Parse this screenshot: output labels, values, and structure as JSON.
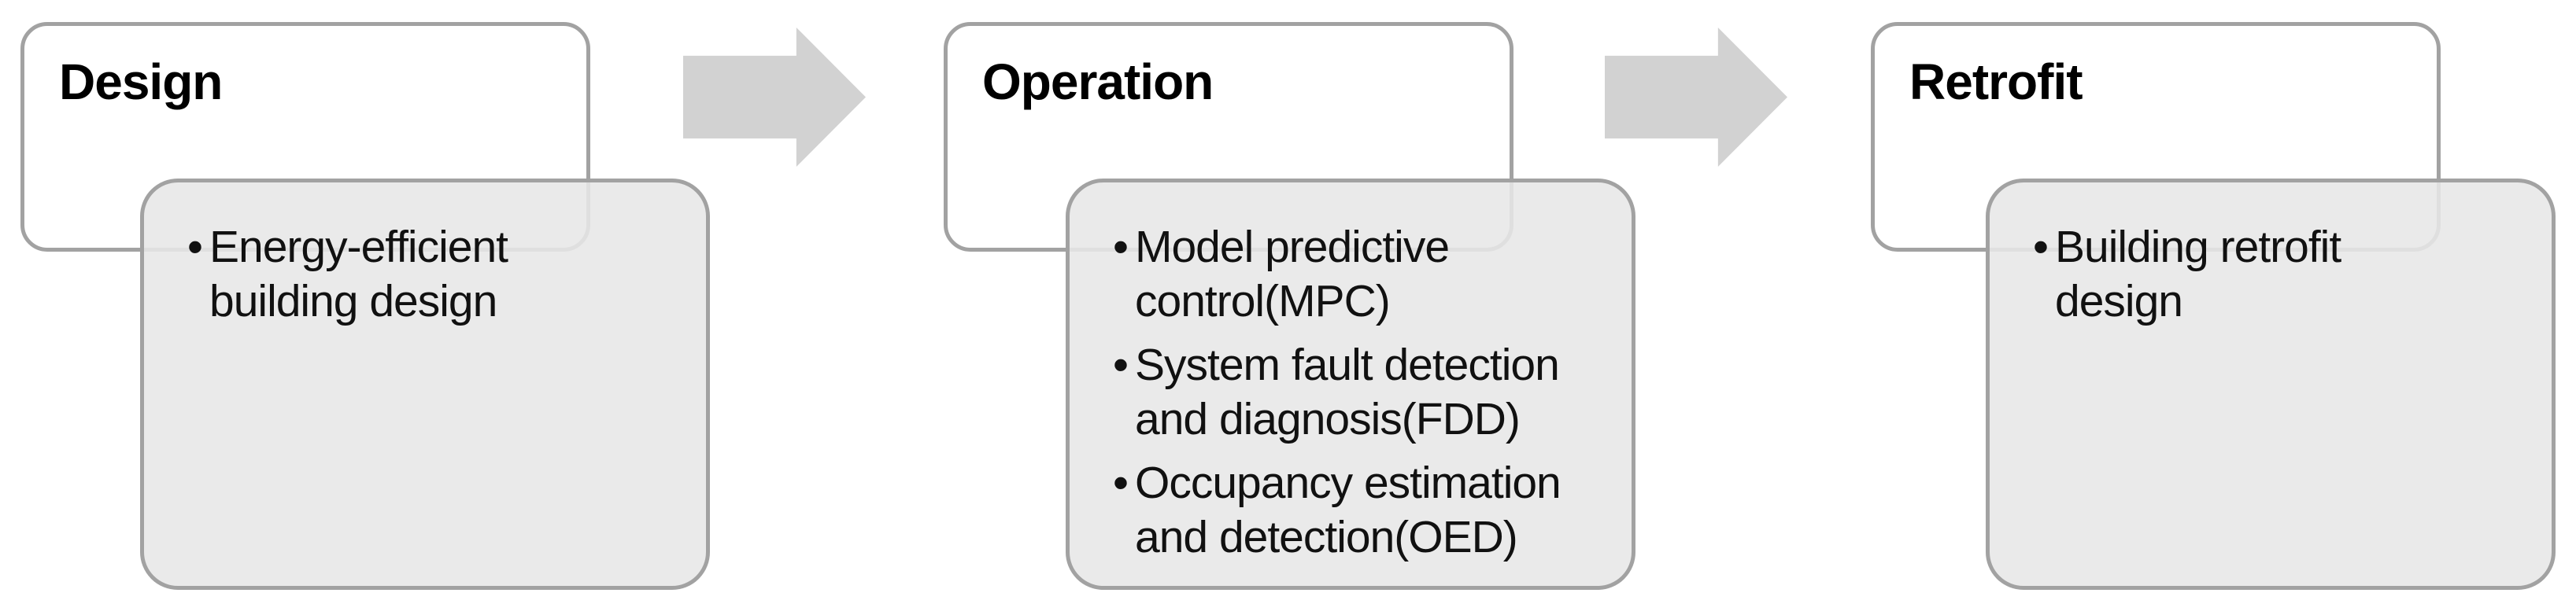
{
  "diagram": {
    "stages": [
      {
        "title": "Design",
        "bullets": [
          "Energy-efficient\nbuilding design"
        ]
      },
      {
        "title": "Operation",
        "bullets": [
          "Model predictive\ncontrol(MPC)",
          "System fault detection\nand diagnosis(FDD)",
          "Occupancy estimation\nand detection(OED)"
        ]
      },
      {
        "title": "Retrofit",
        "bullets": [
          "Building retrofit\ndesign"
        ]
      }
    ],
    "colors": {
      "background": "#ffffff",
      "box_border": "#a2a2a2",
      "title_box_fill": "#ffffff",
      "content_box_fill": "#e7e7e7",
      "arrow_fill": "#d2d2d2",
      "title_text": "#000000",
      "body_text": "#111111"
    }
  }
}
